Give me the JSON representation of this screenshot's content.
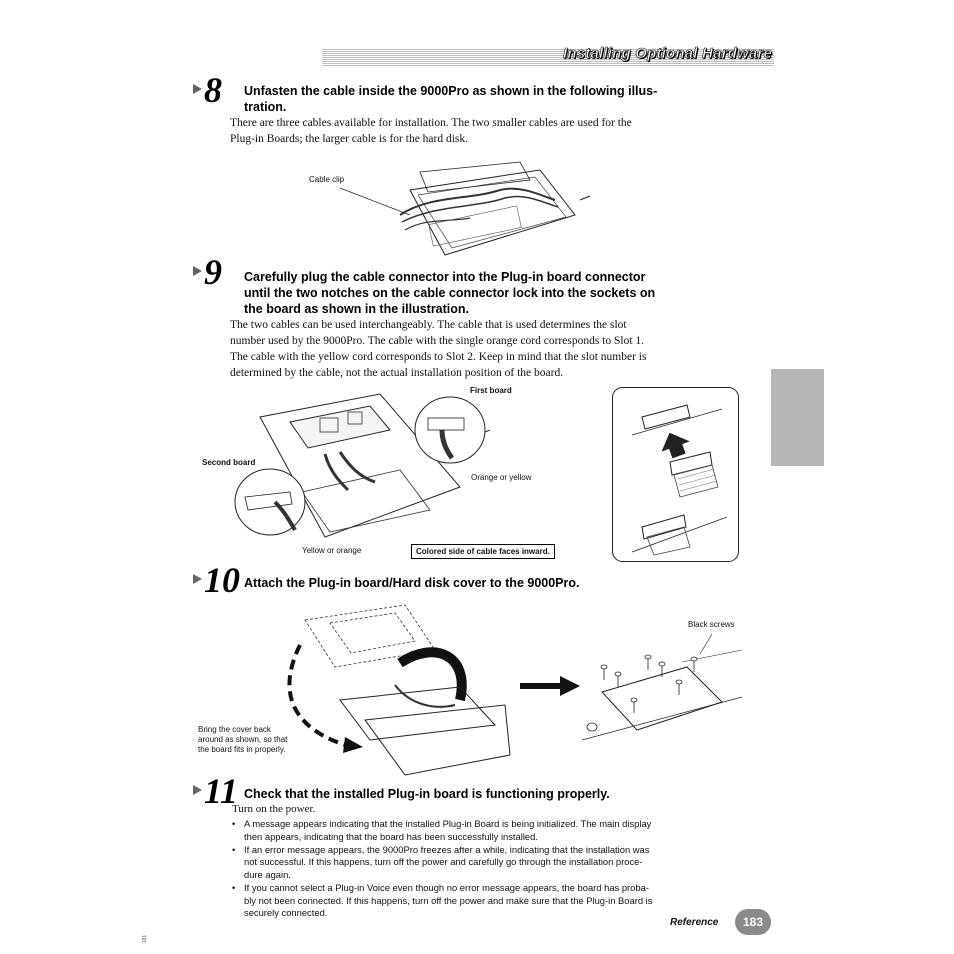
{
  "header": {
    "title": "Installing Optional Hardware"
  },
  "steps": [
    {
      "number": "8",
      "heading_line1": "Unfasten the cable inside the 9000Pro as shown in the following illus-",
      "heading_line2": "tration.",
      "body_line1": "There are three cables available for installation.  The two smaller cables are used for the",
      "body_line2": "Plug-in Boards; the larger cable is for the hard disk.",
      "captions": {
        "cable_clip": "Cable clip"
      }
    },
    {
      "number": "9",
      "heading_line1": "Carefully plug the cable connector into the Plug-in board connector",
      "heading_line2": "until the two notches on the cable connector lock into the sockets on",
      "heading_line3": "the board as shown in the illustration.",
      "body_line1": "The two cables can be used interchangeably.  The cable that is used determines the slot",
      "body_line2": "number used by the 9000Pro.  The cable with the single orange cord corresponds to Slot 1.",
      "body_line3": "The cable with the yellow cord corresponds to Slot 2.  Keep in mind that the slot number is",
      "body_line4": "determined by the cable, not the actual installation position of the board.",
      "captions": {
        "first_board": "First board",
        "second_board": "Second board",
        "orange_or_yellow": "Orange or yellow",
        "yellow_or_orange": "Yellow or orange",
        "colored_side": "Colored side of cable faces inward."
      }
    },
    {
      "number": "10",
      "heading_line1": "Attach the Plug-in board/Hard disk cover to the 9000Pro.",
      "captions": {
        "black_screws": "Black screws",
        "bring_back_1": "Bring the cover back",
        "bring_back_2": "around as shown, so that",
        "bring_back_3": "the board fits in properly."
      }
    },
    {
      "number": "11",
      "heading_line1": "Check that the installed Plug-in board is functioning properly.",
      "body_line1": "Turn on the power.",
      "bullets": [
        {
          "line1": "A message appears indicating that the installed Plug-in Board is being initialized. The main display",
          "line2": "then appears, indicating that the board has been successfully installed."
        },
        {
          "line1": "If an error message appears, the 9000Pro freezes after a while, indicating that the installation was",
          "line2": "not successful.  If this happens, turn off the power and carefully go through the installation proce-",
          "line3": "dure again."
        },
        {
          "line1": "If you cannot select a Plug-in Voice even though no error message appears, the board has proba-",
          "line2": "bly not been connected.  If this happens, turn off the power and make sure that the Plug-in Board is",
          "line3": "securely connected."
        }
      ]
    }
  ],
  "footer": {
    "section": "Reference",
    "page": "183",
    "margin_number": "181"
  }
}
